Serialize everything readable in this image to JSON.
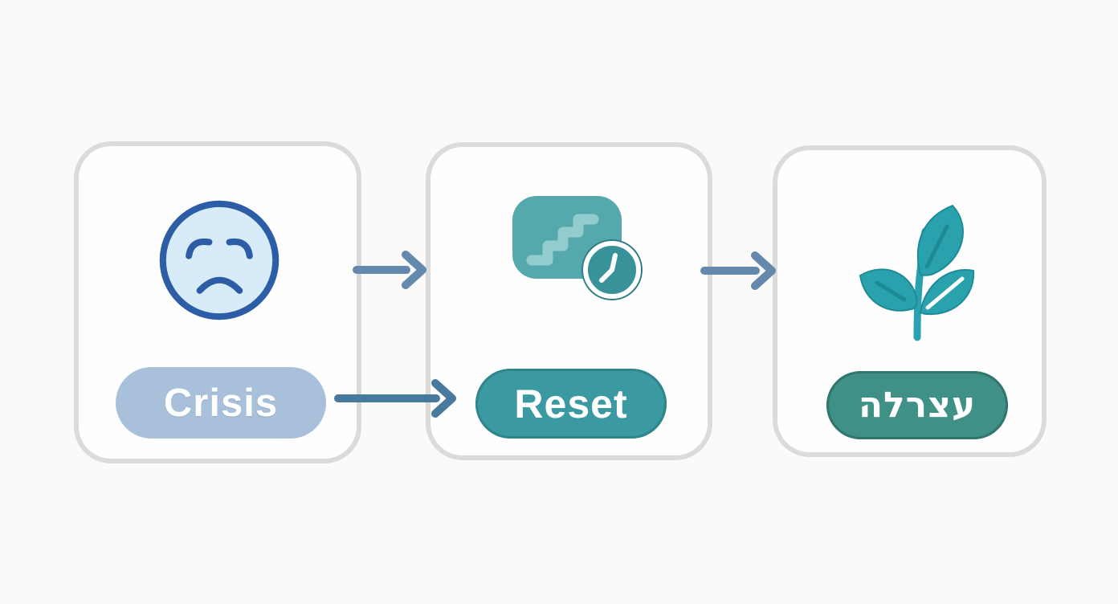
{
  "steps": [
    {
      "label": "Crisis",
      "icon": "sad-face-icon",
      "pill_color": "#a9c0db",
      "text_color": "#ffffff"
    },
    {
      "label": "Reset",
      "icon": "habit-steps-clock-icon",
      "pill_color": "#3b9aa1",
      "text_color": "#ffffff"
    },
    {
      "label": "עצרלה",
      "icon": "plant-sprout-icon",
      "pill_color": "#3f9086",
      "text_color": "#ffffff"
    }
  ],
  "arrows": [
    {
      "name": "arrow-crisis-to-reset-icon-level",
      "direction": "right",
      "color": "#6588ad"
    },
    {
      "name": "arrow-crisis-to-reset-pill-level",
      "direction": "right",
      "color": "#48799f"
    },
    {
      "name": "arrow-reset-to-growth-icon-level",
      "direction": "right",
      "color": "#6588ad"
    }
  ],
  "colors": {
    "page_background": "#fbfaf8",
    "card_border": "#dcdbda",
    "card_background": "#fefefe",
    "face_outline": "#2d5da7",
    "face_fill": "#d7ebf8",
    "routine_square": "#55a9ac",
    "routine_stairs": "#96ced1",
    "clock_fill": "#37929a",
    "plant_teal": "#2aa2ae"
  }
}
